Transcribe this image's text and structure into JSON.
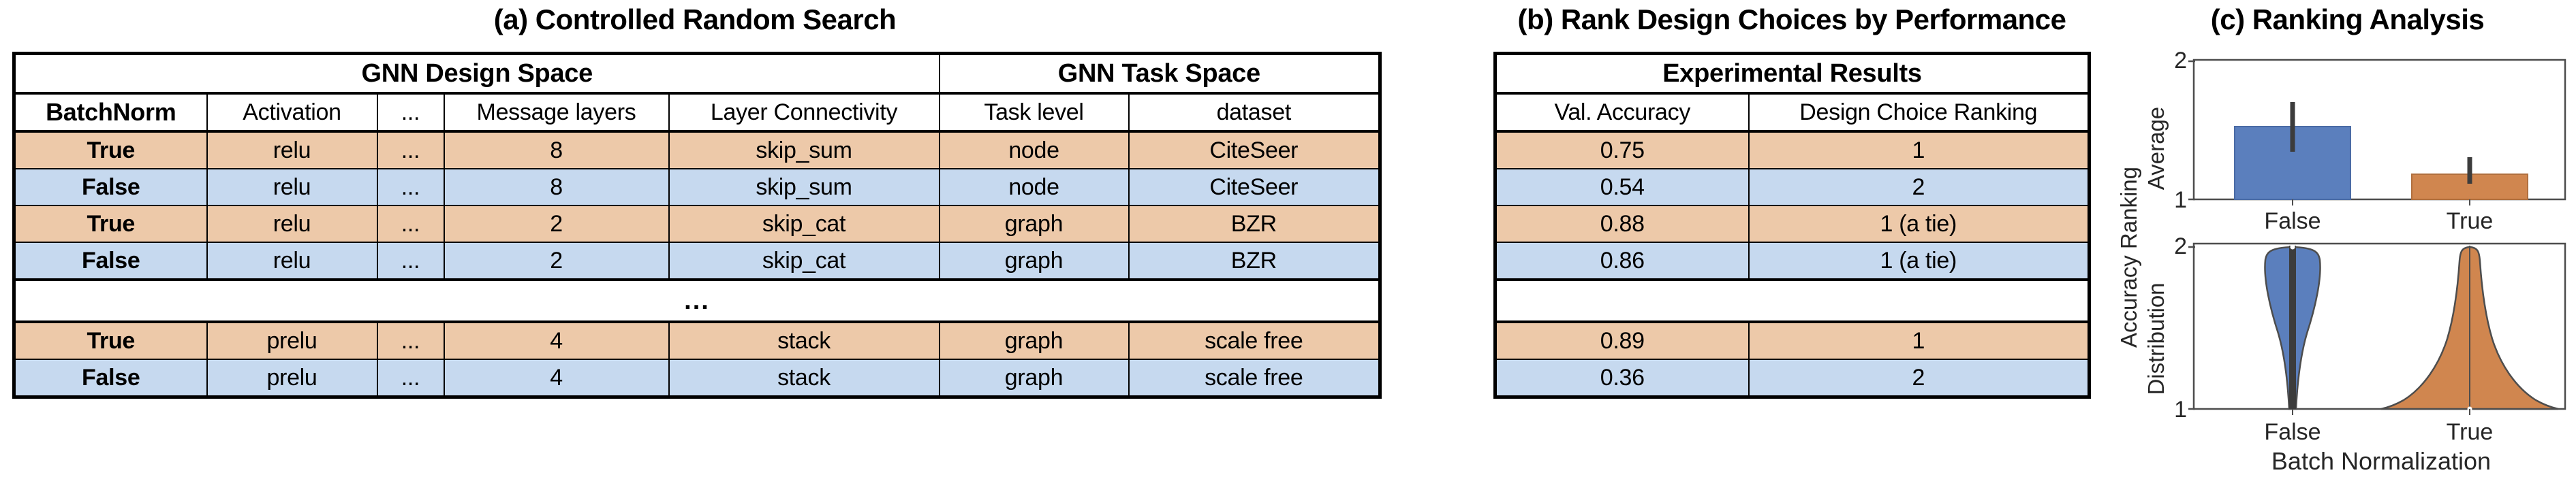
{
  "panels": {
    "a": {
      "title": "(a) Controlled Random Search"
    },
    "b": {
      "title": "(b) Rank Design Choices by Performance"
    },
    "c": {
      "title": "(c) Ranking Analysis"
    }
  },
  "table_a": {
    "group_headers": [
      {
        "label": "GNN Design Space",
        "span": 5
      },
      {
        "label": "GNN Task Space",
        "span": 2
      }
    ],
    "columns": [
      "BatchNorm",
      "Activation",
      "...",
      "Message layers",
      "Layer Connectivity",
      "Task level",
      "dataset"
    ],
    "rows": [
      {
        "style": "orange",
        "cells": [
          "True",
          "relu",
          "...",
          "8",
          "skip_sum",
          "node",
          "CiteSeer"
        ]
      },
      {
        "style": "blue",
        "cells": [
          "False",
          "relu",
          "...",
          "8",
          "skip_sum",
          "node",
          "CiteSeer"
        ]
      },
      {
        "style": "orange",
        "cells": [
          "True",
          "relu",
          "...",
          "2",
          "skip_cat",
          "graph",
          "BZR"
        ]
      },
      {
        "style": "blue",
        "cells": [
          "False",
          "relu",
          "...",
          "2",
          "skip_cat",
          "graph",
          "BZR"
        ]
      },
      {
        "style": "gap",
        "cells": [
          "..."
        ]
      },
      {
        "style": "orange",
        "cells": [
          "True",
          "prelu",
          "...",
          "4",
          "stack",
          "graph",
          "scale free"
        ]
      },
      {
        "style": "blue",
        "cells": [
          "False",
          "prelu",
          "...",
          "4",
          "stack",
          "graph",
          "scale free"
        ]
      }
    ]
  },
  "table_b": {
    "group_headers": [
      {
        "label": "Experimental Results",
        "span": 2
      }
    ],
    "columns": [
      "Val. Accuracy",
      "Design Choice Ranking"
    ],
    "rows": [
      {
        "style": "orange",
        "cells": [
          "0.75",
          "1"
        ]
      },
      {
        "style": "blue",
        "cells": [
          "0.54",
          "2"
        ]
      },
      {
        "style": "orange",
        "cells": [
          "0.88",
          "1 (a tie)"
        ]
      },
      {
        "style": "blue",
        "cells": [
          "0.86",
          "1 (a tie)"
        ]
      },
      {
        "style": "gap",
        "cells": [
          "",
          ""
        ]
      },
      {
        "style": "orange",
        "cells": [
          "0.89",
          "1"
        ]
      },
      {
        "style": "blue",
        "cells": [
          "0.36",
          "2"
        ]
      }
    ]
  },
  "chart_data": [
    {
      "type": "bar",
      "id": "ranking-average-bar",
      "title": "",
      "xlabel": "",
      "ylabel": "Accuracy Ranking Average",
      "categories": [
        "False",
        "True"
      ],
      "values": [
        1.52,
        1.18
      ],
      "errors": [
        0.22,
        0.13
      ],
      "colors": [
        "#5b7fbd",
        "#d0864f"
      ],
      "ylim": [
        1,
        2
      ],
      "yticks": [
        "1",
        "2"
      ],
      "grid": false,
      "legend": "none"
    },
    {
      "type": "violin",
      "id": "ranking-distribution-violin",
      "title": "",
      "xlabel": "Batch Normalization",
      "ylabel": "Accuracy Ranking Distribution",
      "categories": [
        "False",
        "True"
      ],
      "colors": [
        "#5b7fbd",
        "#d0864f"
      ],
      "ylim": [
        1,
        2
      ],
      "yticks": [
        "1",
        "2"
      ],
      "grid": false,
      "legend": "none",
      "notes": "False: bimodal, mass near 1 and 2; True: mass concentrated near 1"
    }
  ],
  "axis_labels": {
    "c_ylabel_line1": "Accuracy Ranking",
    "c_ylabel_line2_top": "Average",
    "c_ylabel_line2_bottom": "Distribution",
    "c_xlabel": "Batch Normalization",
    "tick_false": "False",
    "tick_true": "True",
    "tick_1": "1",
    "tick_2": "2"
  },
  "colors": {
    "row_orange": "#edc9a9",
    "row_blue": "#c6d9ef",
    "bar_blue": "#5b7fbd",
    "bar_orange": "#d0864f",
    "axis": "#4d4d4d",
    "border": "#000000"
  }
}
